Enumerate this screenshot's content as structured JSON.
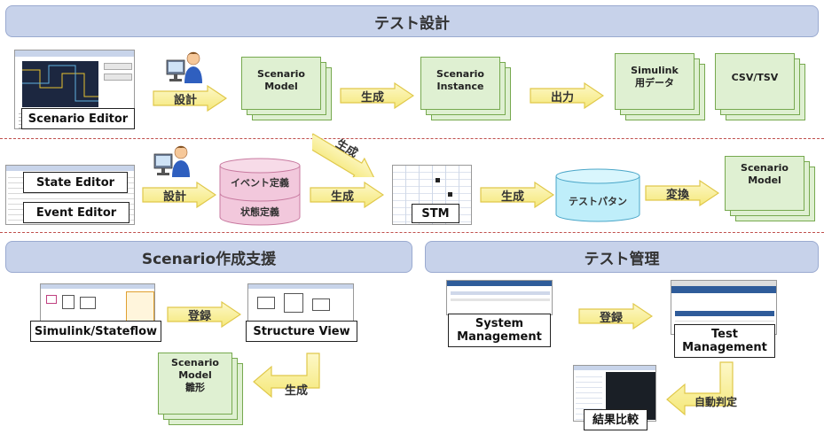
{
  "sections": {
    "test_design": "テスト設計",
    "scenario_support": "Scenario作成支援",
    "test_management": "テスト管理"
  },
  "tools": {
    "scenario_editor": "Scenario Editor",
    "state_editor": "State Editor",
    "event_editor": "Event Editor",
    "stm": "STM",
    "simulink_stateflow": "Simulink/Stateflow",
    "structure_view": "Structure View",
    "system_management": "System\nManagement",
    "test_management": "Test\nManagement",
    "result_compare": "結果比較"
  },
  "documents": {
    "scenario_model_top": "Scenario\nModel",
    "scenario_instance": "Scenario\nInstance",
    "simulink_data": "Simulink\n用データ",
    "csv_tsv": "CSV/TSV",
    "scenario_model_mid": "Scenario\nModel",
    "scenario_model_skeleton": "Scenario\nModel\n雛形"
  },
  "cylinder": {
    "event_def": "イベント定義",
    "state_def": "状態定義",
    "test_pattern": "テストパタン"
  },
  "arrows": {
    "design_top": "設計",
    "generate_top": "生成",
    "output": "出力",
    "generate_diag": "生成",
    "design_mid": "設計",
    "generate_mid1": "生成",
    "generate_mid2": "生成",
    "convert": "変換",
    "register_left": "登録",
    "generate_left": "生成",
    "register_right": "登録",
    "auto_judge": "自動判定"
  },
  "colors": {
    "section_bar": "#c7d2ea",
    "arrow_fill": "#fbf3a6",
    "doc_fill": "#dff0d2",
    "cylinder_pink": "#f2c8dc",
    "cylinder_cyan": "#bfeefa"
  }
}
